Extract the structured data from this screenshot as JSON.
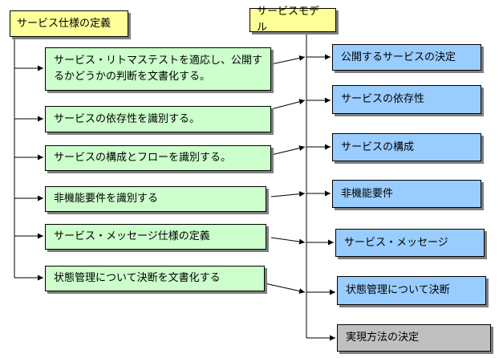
{
  "headers": {
    "left": "サービス仕様の定義",
    "right": "サービスモデル"
  },
  "left_items": [
    "サービス・リトマステストを適応し、公開するかどうかの判断を文書化する。",
    "サービスの依存性を識別する。",
    "サービスの構成とフローを識別する。",
    "非機能要件を識別する",
    "サービス・メッセージ仕様の定義",
    "状態管理について決断を文書化する"
  ],
  "right_items": [
    "公開するサービスの決定",
    "サービスの依存性",
    "サービスの構成",
    "非機能要件",
    "サービス・メッセージ",
    "状態管理について決断",
    "実現方法の決定"
  ],
  "colors": {
    "header_fill": "#ffff99",
    "left_fill": "#ccffcc",
    "right_fill": "#99ccff",
    "final_fill": "#c0c0c0"
  }
}
